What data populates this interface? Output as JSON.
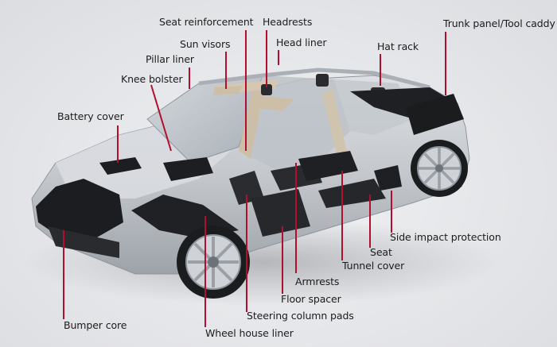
{
  "diagram": {
    "labels": {
      "seat_reinforcement": "Seat reinforcement",
      "headrests": "Headrests",
      "trunk_panel": "Trunk panel/Tool caddy",
      "sun_visors": "Sun visors",
      "head_liner": "Head liner",
      "hat_rack": "Hat rack",
      "pillar_liner": "Pillar liner",
      "knee_bolster": "Knee bolster",
      "battery_cover": "Battery cover",
      "side_impact": "Side impact protection",
      "seat": "Seat",
      "tunnel_cover": "Tunnel cover",
      "armrests": "Armrests",
      "floor_spacer": "Floor spacer",
      "steering_column_pads": "Steering column pads",
      "bumper_core": "Bumper core",
      "wheel_house_liner": "Wheel house liner"
    },
    "colors": {
      "leader": "#b0102e",
      "part": "#1a1a1c",
      "body": "#c9ccd1",
      "glass": "#b8bec4",
      "tan": "#cdbfa7"
    }
  }
}
